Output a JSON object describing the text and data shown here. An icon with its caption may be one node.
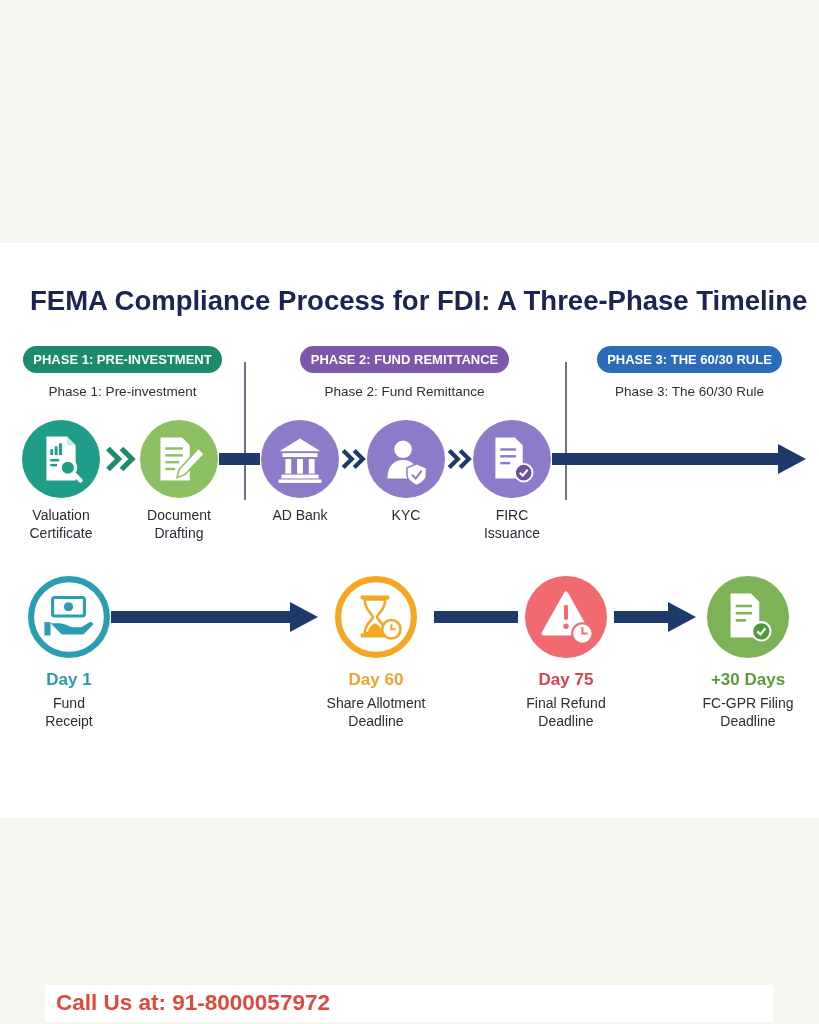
{
  "diagram": {
    "title": "FEMA Compliance Process for FDI: A Three-Phase Timeline",
    "nodes": [
      {
        "text": [
          "PHASE 1: PRE-INVESTMENT"
        ],
        "beside": [
          "Phase 1: Pre-investment"
        ]
      },
      {
        "text": [
          "PHASE 2: FUND REMITTANCE"
        ],
        "beside": [
          "Phase 2: Fund Remittance"
        ]
      },
      {
        "text": [
          "PHASE 3: THE 60/30 RULE"
        ],
        "beside": [
          "Phase 3: The 60/30 Rule"
        ]
      },
      {
        "text": [
          "Valuation Certificate"
        ]
      },
      {
        "text": [
          "Document Drafting"
        ]
      },
      {
        "text": [
          "AD Bank"
        ]
      },
      {
        "text": [
          "KYC"
        ]
      },
      {
        "text": [
          "FIRC Issuance"
        ]
      },
      {
        "text": [
          "Day 1",
          "Fund Receipt"
        ]
      },
      {
        "text": [
          "Day 60",
          "Share Allotment Deadline"
        ]
      },
      {
        "text": [
          "Day 75",
          "Final Refund Deadline"
        ]
      },
      {
        "text": [
          "+30 Days",
          "FC-GPR Filing Deadline"
        ]
      }
    ],
    "edges": [
      {
        "from": 3,
        "to": 4,
        "arrow": "to",
        "color": "#1d8a6c"
      },
      {
        "from": 4,
        "to": 5,
        "arrow": "none"
      },
      {
        "from": 5,
        "to": 6,
        "arrow": "to"
      },
      {
        "from": 6,
        "to": 7,
        "arrow": "to"
      },
      {
        "from": 7,
        "to": null,
        "arrow": "to"
      },
      {
        "from": 8,
        "to": 9,
        "arrow": "to"
      },
      {
        "from": 9,
        "to": 10,
        "arrow": "none"
      },
      {
        "from": 10,
        "to": 11,
        "arrow": "to"
      }
    ],
    "labels": [
      "Call Us at: 91-8000057972"
    ]
  }
}
